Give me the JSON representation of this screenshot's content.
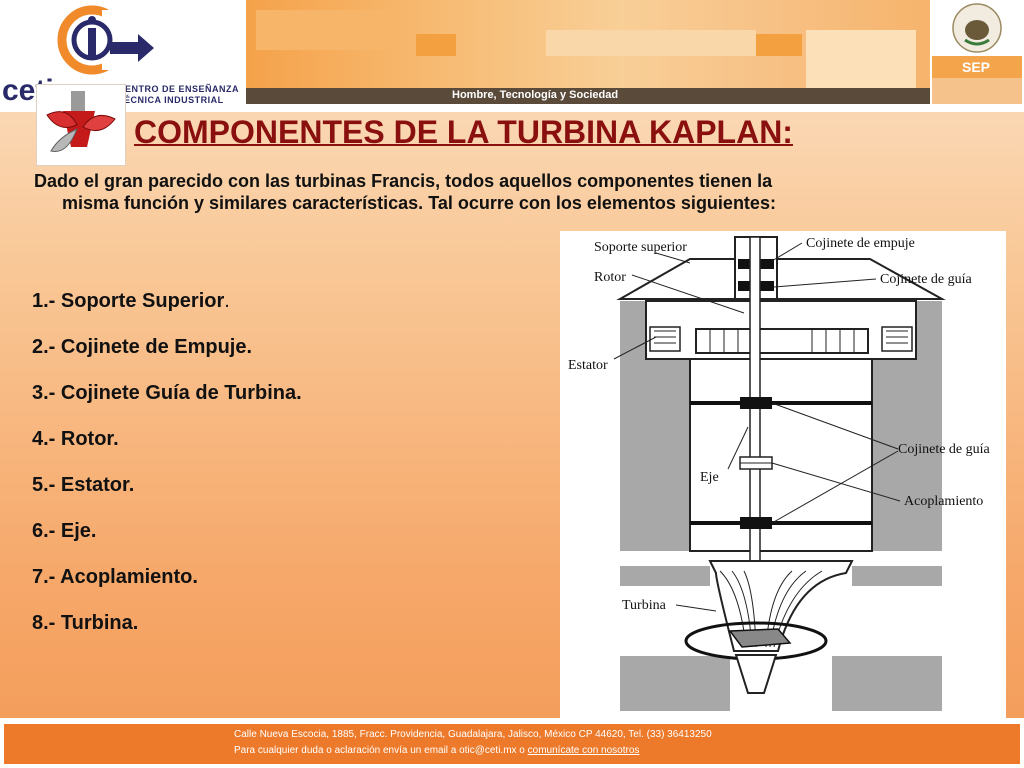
{
  "header": {
    "logo_word": "ceti",
    "tagline_line1": "CENTRO DE ENSEÑANZA",
    "tagline_line2": "TÉCNICA INDUSTRIAL",
    "band_text": "Hombre, Tecnología y Sociedad",
    "sep_label": "SEP"
  },
  "slide": {
    "title": "COMPONENTES DE LA TURBINA KAPLAN:",
    "intro_line1": "Dado el gran parecido con las turbinas Francis, todos aquellos componentes tienen la",
    "intro_line2": "misma función y similares características. Tal ocurre con los elementos siguientes:",
    "items": [
      {
        "text": "1.- Soporte Superior",
        "suffix": "."
      },
      {
        "text": "2.- Cojinete de Empuje.",
        "suffix": ""
      },
      {
        "text": "3.- Cojinete Guía de Turbina.",
        "suffix": ""
      },
      {
        "text": "4.- Rotor.",
        "suffix": ""
      },
      {
        "text": "5.- Estator.",
        "suffix": ""
      },
      {
        "text": "6.- Eje.",
        "suffix": ""
      },
      {
        "text": "7.- Acoplamiento.",
        "suffix": ""
      },
      {
        "text": "8.- Turbina.",
        "suffix": ""
      }
    ]
  },
  "diagram": {
    "labels": {
      "soporte_superior": "Soporte superior",
      "cojinete_empuje": "Cojinete de empuje",
      "rotor": "Rotor",
      "cojinete_guia_top": "Cojinete de guía",
      "estator": "Estator",
      "eje": "Eje",
      "cojinete_guia_mid": "Cojinete de guía",
      "acoplamiento": "Acoplamiento",
      "turbina": "Turbina"
    }
  },
  "footer": {
    "line1": "Calle Nueva Escocia, 1885, Fracc. Providencia, Guadalajara, Jalisco, México CP 44620, Tel. (33) 36413250",
    "line2_prefix": "Para cualquier duda o aclaración envía un email a otic@ceti.mx o ",
    "line2_link": "comunícate con nosotros"
  },
  "colors": {
    "title": "#8a1010",
    "accent_orange": "#ec7a2a",
    "band": "#5a4a3a"
  }
}
